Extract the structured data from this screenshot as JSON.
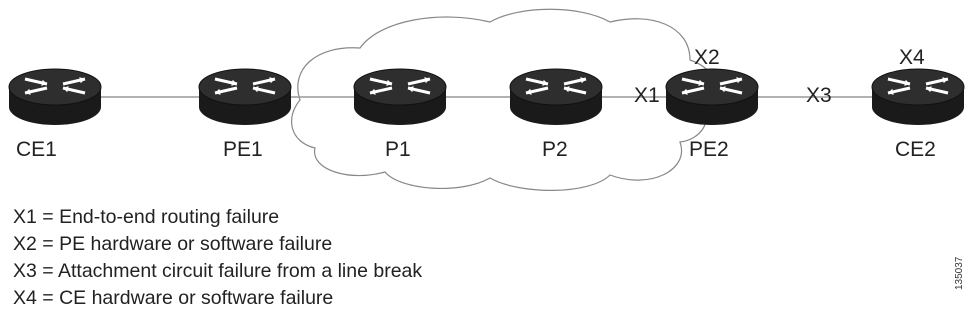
{
  "diagram": {
    "routers": [
      {
        "id": "ce1",
        "label": "CE1"
      },
      {
        "id": "pe1",
        "label": "PE1"
      },
      {
        "id": "p1",
        "label": "P1"
      },
      {
        "id": "p2",
        "label": "P2"
      },
      {
        "id": "pe2",
        "label": "PE2"
      },
      {
        "id": "ce2",
        "label": "CE2"
      }
    ],
    "failure_points": [
      {
        "id": "x1",
        "label": "X1"
      },
      {
        "id": "x2",
        "label": "X2"
      },
      {
        "id": "x3",
        "label": "X3"
      },
      {
        "id": "x4",
        "label": "X4"
      }
    ],
    "legend": [
      "X1 = End-to-end routing failure",
      "X2 = PE hardware or software failure",
      "X3 = Attachment circuit failure from a line break",
      "X4 = CE hardware or software failure"
    ],
    "figure_id": "135037",
    "colors": {
      "router_body": "#1a1a1a",
      "router_top": "#2e2e2e",
      "router_arrows": "#ffffff",
      "link": "#999999",
      "cloud": "#888888",
      "text": "#222222"
    }
  }
}
